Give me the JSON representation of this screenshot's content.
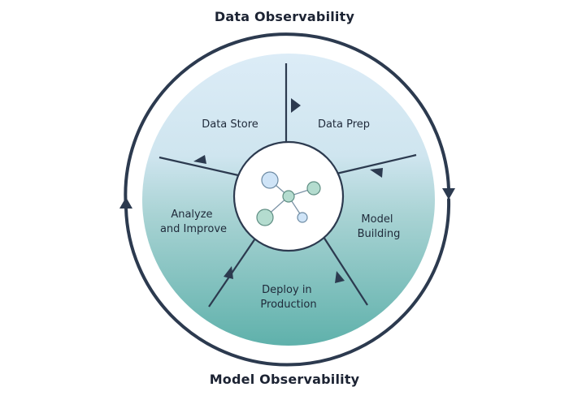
{
  "title_top": "Data Observability",
  "title_bottom": "Model Observability",
  "segments": [
    {
      "id": "data-store",
      "lines": [
        "Data Store"
      ]
    },
    {
      "id": "data-prep",
      "lines": [
        "Data Prep"
      ]
    },
    {
      "id": "model-building",
      "lines": [
        "Model",
        "Building"
      ]
    },
    {
      "id": "deploy",
      "lines": [
        "Deploy in",
        "Production"
      ]
    },
    {
      "id": "analyze",
      "lines": [
        "Analyze",
        "and Improve"
      ]
    }
  ],
  "center_icon": "network-nodes-icon",
  "colors": {
    "gradient_top": "#dcecf7",
    "gradient_bottom": "#5fb1ab",
    "stroke": "#2c3a4f",
    "node_blue": "#cfe4f7",
    "node_teal": "#b4dccf"
  }
}
